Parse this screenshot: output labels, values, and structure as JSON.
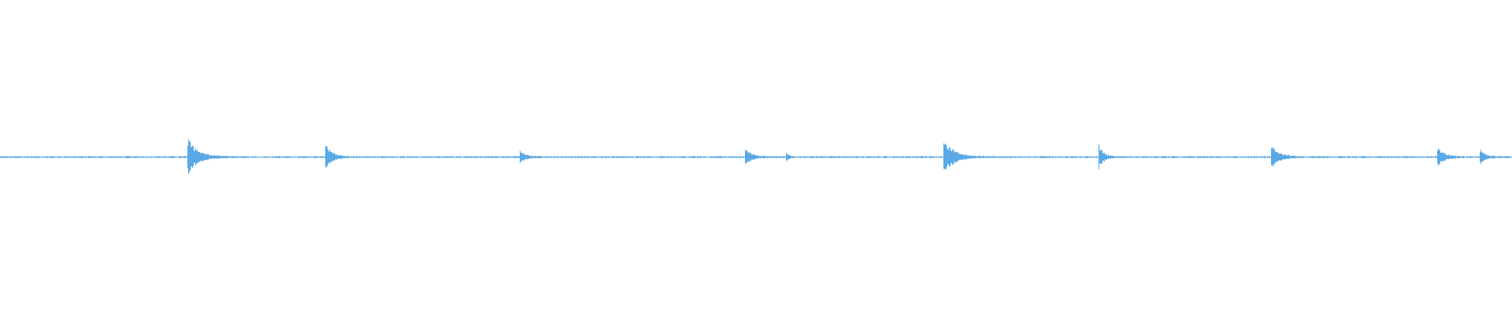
{
  "waveform": {
    "color": "#5aa9e6",
    "background": "#ffffff",
    "peaks": [
      {
        "position": 0.1244,
        "amplitude": 0.06,
        "decay": 0.006
      },
      {
        "position": 0.2155,
        "amplitude": 0.04,
        "decay": 0.004
      },
      {
        "position": 0.3443,
        "amplitude": 0.02,
        "decay": 0.003
      },
      {
        "position": 0.4929,
        "amplitude": 0.025,
        "decay": 0.004
      },
      {
        "position": 0.52,
        "amplitude": 0.012,
        "decay": 0.002
      },
      {
        "position": 0.6243,
        "amplitude": 0.06,
        "decay": 0.006
      },
      {
        "position": 0.7268,
        "amplitude": 0.04,
        "decay": 0.003
      },
      {
        "position": 0.841,
        "amplitude": 0.035,
        "decay": 0.005
      },
      {
        "position": 0.951,
        "amplitude": 0.03,
        "decay": 0.004
      },
      {
        "position": 0.979,
        "amplitude": 0.025,
        "decay": 0.003
      }
    ]
  }
}
